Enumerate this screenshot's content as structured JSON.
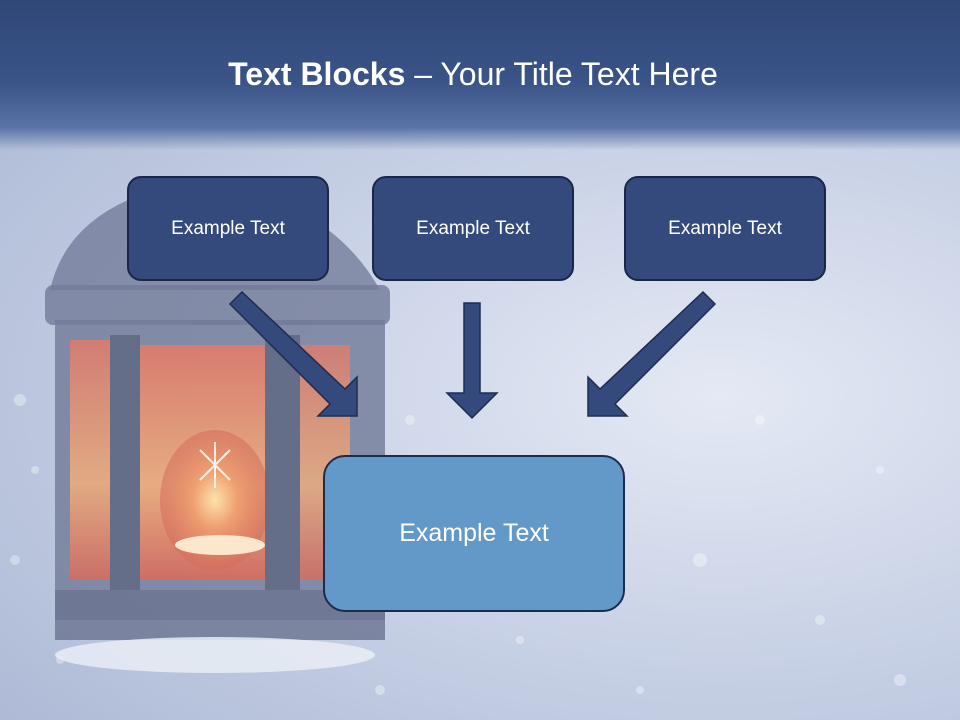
{
  "title": {
    "bold": "Text Blocks",
    "rest": " – Your Title Text Here"
  },
  "boxes": {
    "left": "Example Text",
    "center": "Example Text",
    "right": "Example Text",
    "main": "Example Text"
  },
  "colors": {
    "header": "#34497c",
    "box_fill": "#34497c",
    "box_border": "#1a2848",
    "main_fill": "#6399c8",
    "arrow_fill": "#34497c"
  },
  "icons": [
    "arrow-down-right-icon",
    "arrow-down-icon",
    "arrow-down-left-icon"
  ]
}
